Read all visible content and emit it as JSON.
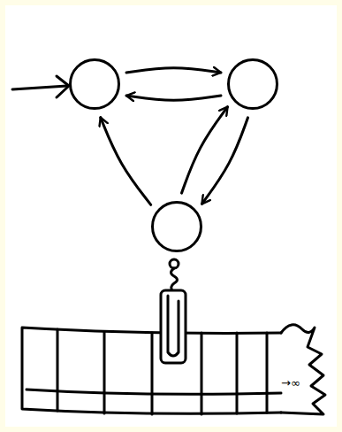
{
  "diagram": {
    "nodes": [
      {
        "text": []
      },
      {
        "text": []
      },
      {
        "text": []
      }
    ],
    "edges": [
      {
        "from": 0,
        "to": 1,
        "arrow": "to"
      },
      {
        "from": 1,
        "to": 0,
        "arrow": "to"
      },
      {
        "from": 1,
        "to": 2,
        "arrow": "to"
      },
      {
        "from": 2,
        "to": 1,
        "arrow": "to"
      },
      {
        "from": 2,
        "to": 0,
        "arrow": "to"
      }
    ],
    "labels": [
      "→∞"
    ]
  }
}
